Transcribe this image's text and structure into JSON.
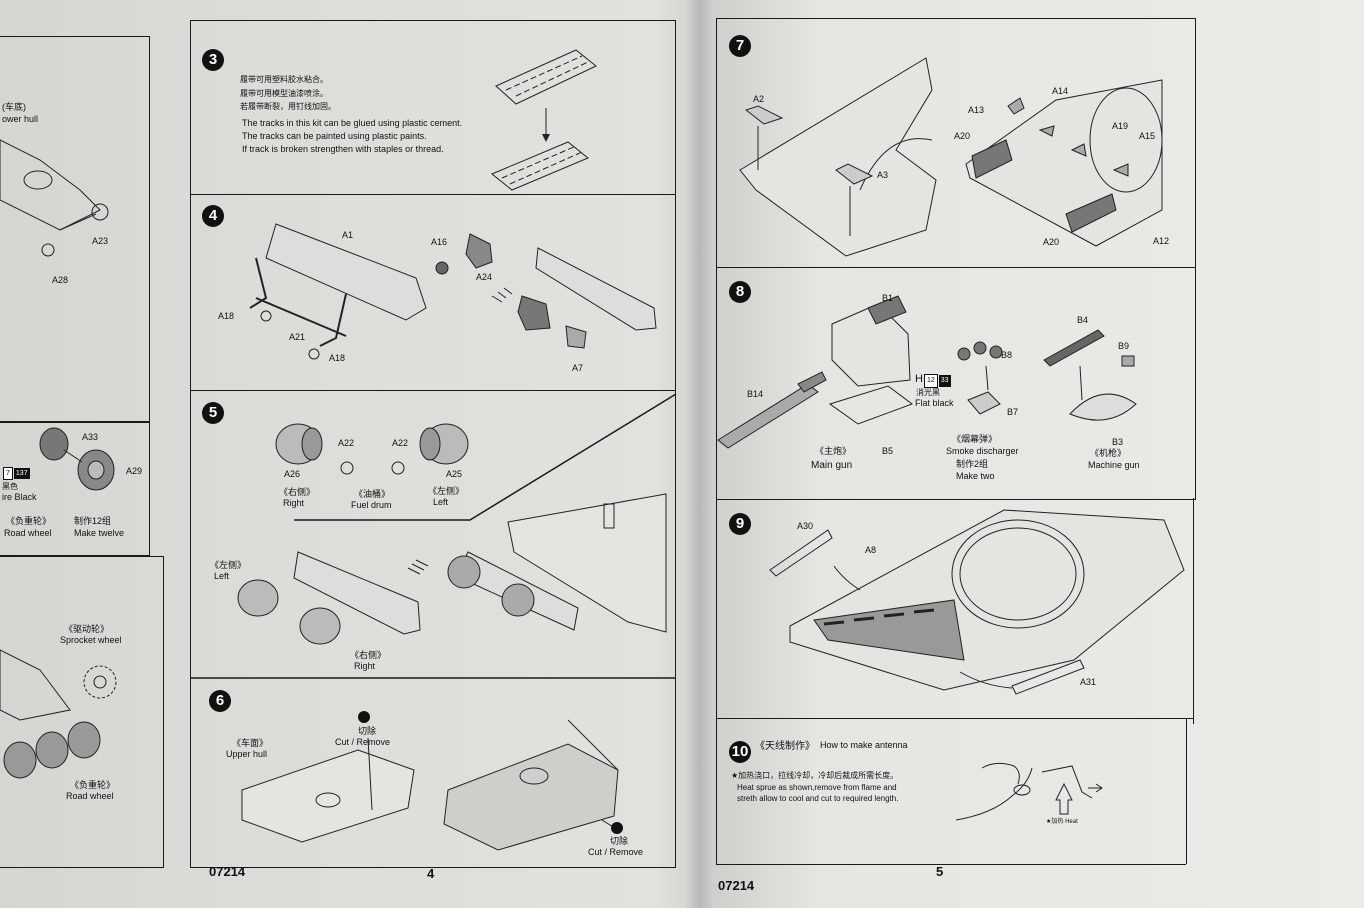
{
  "left_partial": {
    "hull_cn": "(车底)",
    "hull_en": "ower hull",
    "parts_top": [
      "A23",
      "A28"
    ],
    "a33": "A33",
    "a29": "A29",
    "color_codes": [
      "7",
      "137"
    ],
    "color_cn": "黑色",
    "color_en": "ire Black",
    "road_wheel_cn": "《负重轮》",
    "road_wheel_en": "Road wheel",
    "make_twelve_cn": "制作12组",
    "make_twelve_en": "Make twelve",
    "sprocket_cn": "《驱动轮》",
    "sprocket_en": "Sprocket wheel",
    "road_wheel2_cn": "《负重轮》",
    "road_wheel2_en": "Road wheel"
  },
  "page4": {
    "page_code": "07214",
    "page_number": "4",
    "step3": {
      "number": "3",
      "notes_cn": [
        "履带可用塑料胶水粘合。",
        "履带可用模型油漆喷涂。",
        "若履带断裂，用钉线加固。"
      ],
      "notes_en": [
        "The tracks in this kit can be glued using plastic cement.",
        "The tracks can be painted using plastic paints.",
        "If track is broken strengthen with staples or thread."
      ]
    },
    "step4": {
      "number": "4",
      "parts": [
        "A1",
        "A16",
        "A24",
        "A18",
        "A21",
        "A18",
        "A7"
      ]
    },
    "step5": {
      "number": "5",
      "parts": [
        "A26",
        "A22",
        "A22",
        "A25"
      ],
      "right_cn": "《右侧》",
      "right_en": "Right",
      "fuel_cn": "《油桶》",
      "fuel_en": "Fuel drum",
      "left_cn": "《左侧》",
      "left_en": "Left",
      "left2_cn": "《左侧》",
      "left2_en": "Left",
      "right2_cn": "《右侧》",
      "right2_en": "Right"
    },
    "step6": {
      "number": "6",
      "upper_hull_cn": "《车面》",
      "upper_hull_en": "Upper hull",
      "cut_cn": "切除",
      "cut_en": "Cut / Remove",
      "cut2_cn": "切除",
      "cut2_en": "Cut / Remove"
    }
  },
  "page5": {
    "page_code": "07214",
    "page_number": "5",
    "step7": {
      "number": "7",
      "parts": [
        "A2",
        "A3",
        "A13",
        "A14",
        "A20",
        "A19",
        "A15",
        "A20",
        "A12"
      ]
    },
    "step8": {
      "number": "8",
      "parts": [
        "B1",
        "B14",
        "B5",
        "B8",
        "B7",
        "B4",
        "B9",
        "B3"
      ],
      "color_letter": "H",
      "color_codes": [
        "12",
        "33"
      ],
      "color_cn": "消光黑",
      "color_en": "Flat black",
      "main_gun_cn": "《主炮》",
      "main_gun_en": "Main gun",
      "smoke_cn": "《烟幕弹》",
      "smoke_en": "Smoke discharger",
      "make_two_cn": "制作2组",
      "make_two_en": "Make two",
      "mg_cn": "《机枪》",
      "mg_en": "Machine gun"
    },
    "step9": {
      "number": "9",
      "parts": [
        "A30",
        "A8",
        "A31"
      ]
    },
    "step10": {
      "number": "10",
      "title_cn": "《天线制作》",
      "title_en": "How to make antenna",
      "note_cn": "★加热浇口，拉线冷却，冷却后裁成所需长度。",
      "note_en_1": "Heat sprue as shown,remove from flame and",
      "note_en_2": "streth allow to cool and cut to required length.",
      "heat_cn": "★加热",
      "heat_en": "Heat"
    }
  }
}
